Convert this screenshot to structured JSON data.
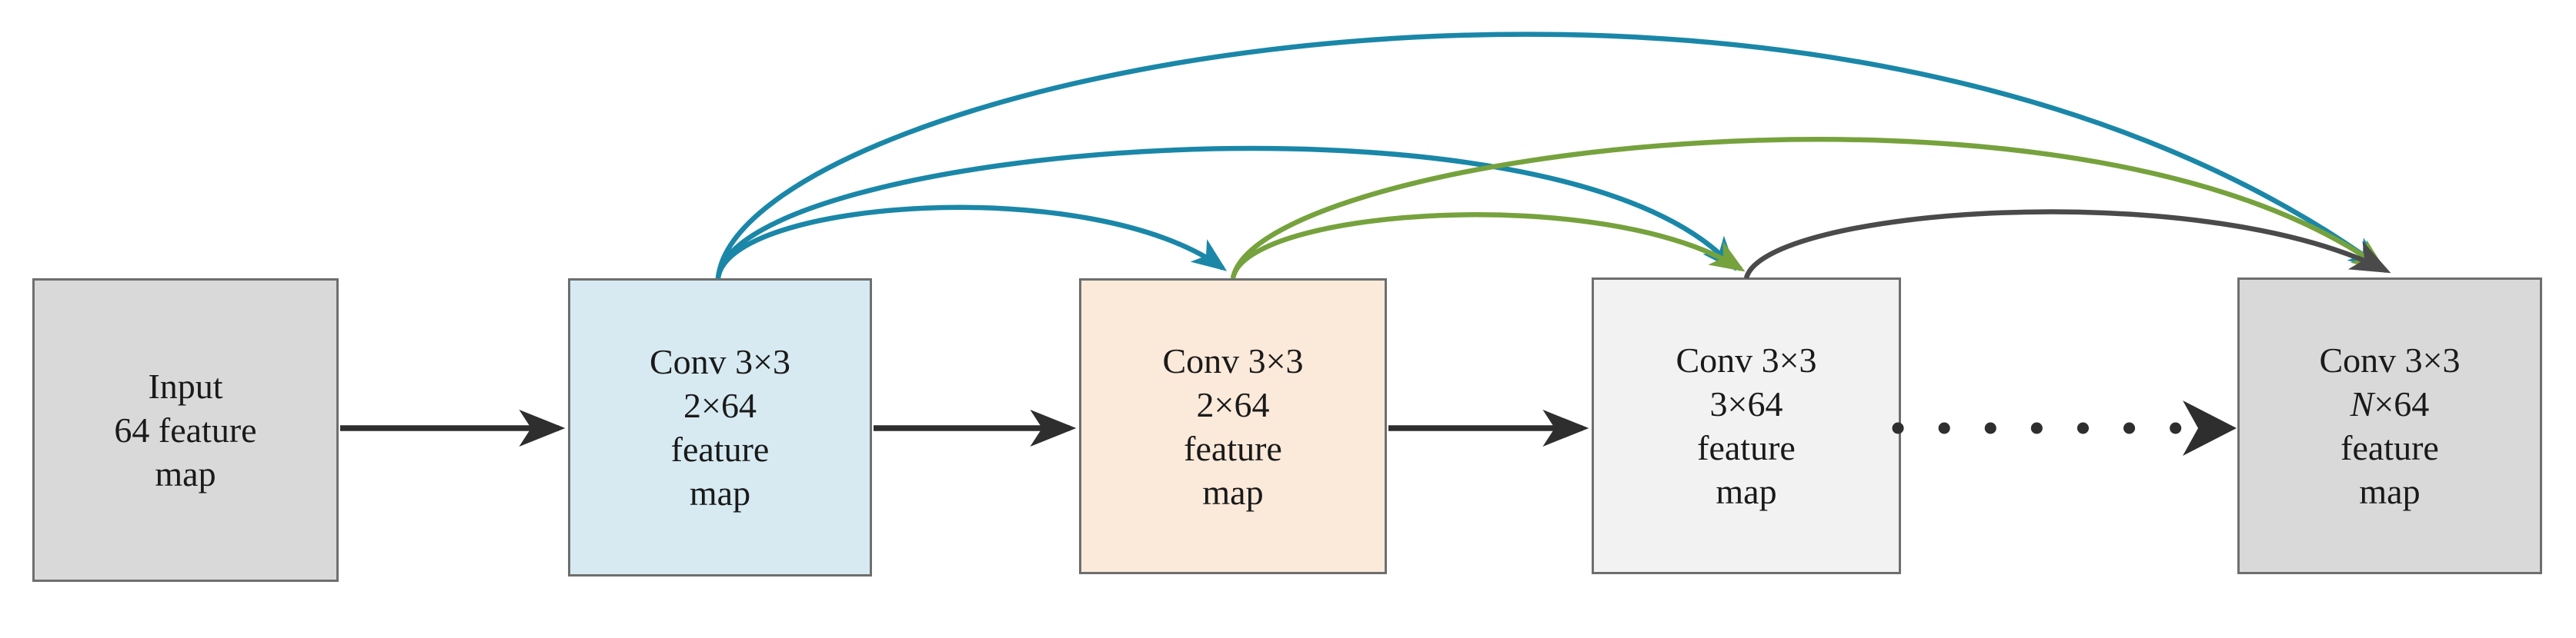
{
  "figure": {
    "type": "diagram",
    "description": "Densely connected convolutional block: input feature map followed by a chain of Conv 3x3 layers with skip connections from each conv output to all subsequent conv layers"
  },
  "colors": {
    "teal": "#1a87a8",
    "green": "#76a23d",
    "dark": "#4a4a4a",
    "arrow_black": "#2e2e2e",
    "box_border": "#6e6e6e",
    "text": "#1a1a1a",
    "fill_gray": "#d9d9d9",
    "fill_blue": "#d7eaf2",
    "fill_peach": "#fbe9da",
    "fill_lightgray": "#f2f2f2"
  },
  "nodes": [
    {
      "id": "input",
      "fill": "#d9d9d9",
      "line1": "Input",
      "line2": "64 feature",
      "line3": "map"
    },
    {
      "id": "conv1",
      "fill": "#d7eaf2",
      "line1": "Conv 3×3",
      "line2": "2×64",
      "line3": "feature",
      "line4": "map"
    },
    {
      "id": "conv2",
      "fill": "#fbe9da",
      "line1": "Conv 3×3",
      "line2": "2×64",
      "line3": "feature",
      "line4": "map"
    },
    {
      "id": "conv3",
      "fill": "#f2f2f2",
      "line1": "Conv 3×3",
      "line2": "3×64",
      "line3": "feature",
      "line4": "map"
    },
    {
      "id": "convN",
      "fill": "#d9d9d9",
      "line1": "Conv 3×3",
      "line2_italic": "N",
      "line2_rest": "×64",
      "line3": "feature",
      "line4": "map"
    }
  ],
  "connections": [
    {
      "from": "input",
      "to": "conv1",
      "style": "solid-arrow",
      "color": "black"
    },
    {
      "from": "conv1",
      "to": "conv2",
      "style": "solid-arrow",
      "color": "black"
    },
    {
      "from": "conv2",
      "to": "conv3",
      "style": "solid-arrow",
      "color": "black"
    },
    {
      "from": "conv3",
      "to": "convN",
      "style": "dotted-arrow",
      "color": "black"
    },
    {
      "from": "conv1",
      "to": "conv2",
      "style": "skip-curve",
      "color": "teal"
    },
    {
      "from": "conv1",
      "to": "conv3",
      "style": "skip-curve",
      "color": "teal"
    },
    {
      "from": "conv1",
      "to": "convN",
      "style": "skip-curve",
      "color": "teal"
    },
    {
      "from": "conv2",
      "to": "conv3",
      "style": "skip-curve",
      "color": "green"
    },
    {
      "from": "conv2",
      "to": "convN",
      "style": "skip-curve",
      "color": "green"
    },
    {
      "from": "conv3",
      "to": "convN",
      "style": "skip-curve",
      "color": "dark"
    }
  ]
}
